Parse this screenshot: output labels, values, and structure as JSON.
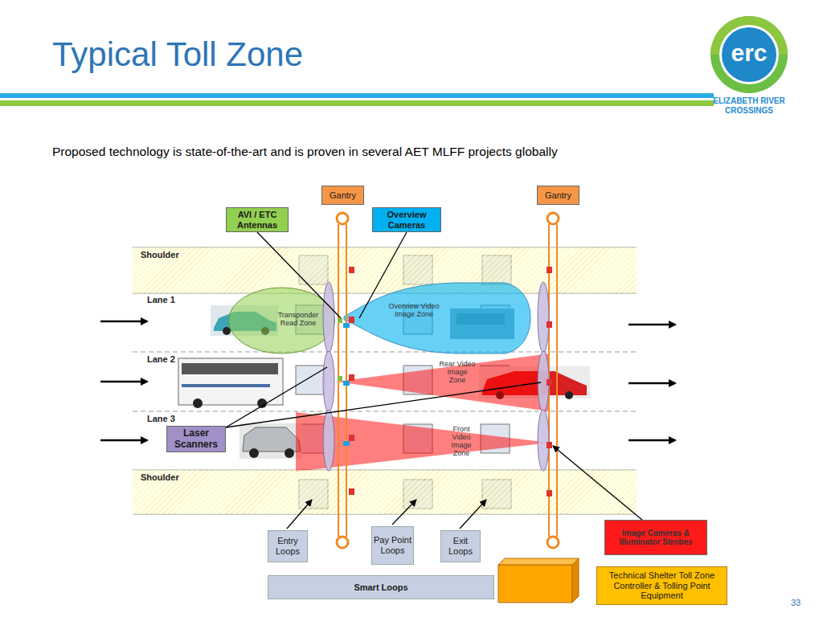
{
  "diagram": {
    "title": "Typical Toll Zone",
    "nodes": [
      {
        "text": [
          "erc",
          "ELIZABETH RIVER CROSSINGS"
        ]
      },
      {
        "text": [
          "Gantry"
        ]
      },
      {
        "text": [
          "Gantry"
        ]
      },
      {
        "text": [
          "AVI / ETC Antennas"
        ]
      },
      {
        "text": [
          "Overview Cameras"
        ]
      },
      {
        "text": [
          "Shoulder"
        ]
      },
      {
        "text": [
          "Transponder Read Zone"
        ]
      },
      {
        "text": [
          "Overview Video Image Zone"
        ]
      },
      {
        "text": [
          "Rear Video Image Zone"
        ]
      },
      {
        "text": [
          "Laser Scanners"
        ]
      },
      {
        "text": [
          "Front Video Image Zone"
        ]
      },
      {
        "text": [
          "Shoulder"
        ]
      },
      {
        "text": [
          "Entry Loops"
        ]
      },
      {
        "text": [
          "Pay Point Loops"
        ]
      },
      {
        "text": [
          "Exit Loops"
        ]
      },
      {
        "text": [
          "Image Cameras & Illuminator Strobes"
        ]
      },
      {
        "text": [
          "Smart Loops"
        ]
      },
      {
        "text": [
          "Technical Shelter Toll Zone Controller & Tolling Point Equipment"
        ]
      }
    ],
    "labels": [
      "Proposed technology is state-of-the-art and is proven in several AET MLFF projects globally",
      "Lane 1",
      "Lane 2",
      "Lane 3",
      "33"
    ]
  }
}
